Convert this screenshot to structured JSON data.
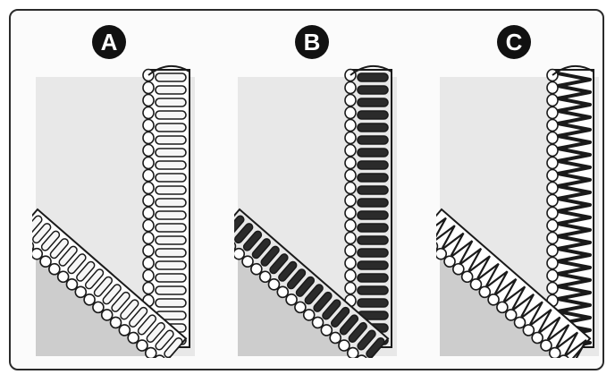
{
  "panels": [
    {
      "label": "A",
      "style": "light"
    },
    {
      "label": "B",
      "style": "dark"
    },
    {
      "label": "C",
      "style": "zigzag"
    }
  ],
  "colors": {
    "ink": "#1a1a1a",
    "light_fill": "#f6f6f6",
    "dark_fill": "#2b2b2b",
    "fabric": "#d9d9d9",
    "fabric_shadow": "#c6c6c6"
  }
}
